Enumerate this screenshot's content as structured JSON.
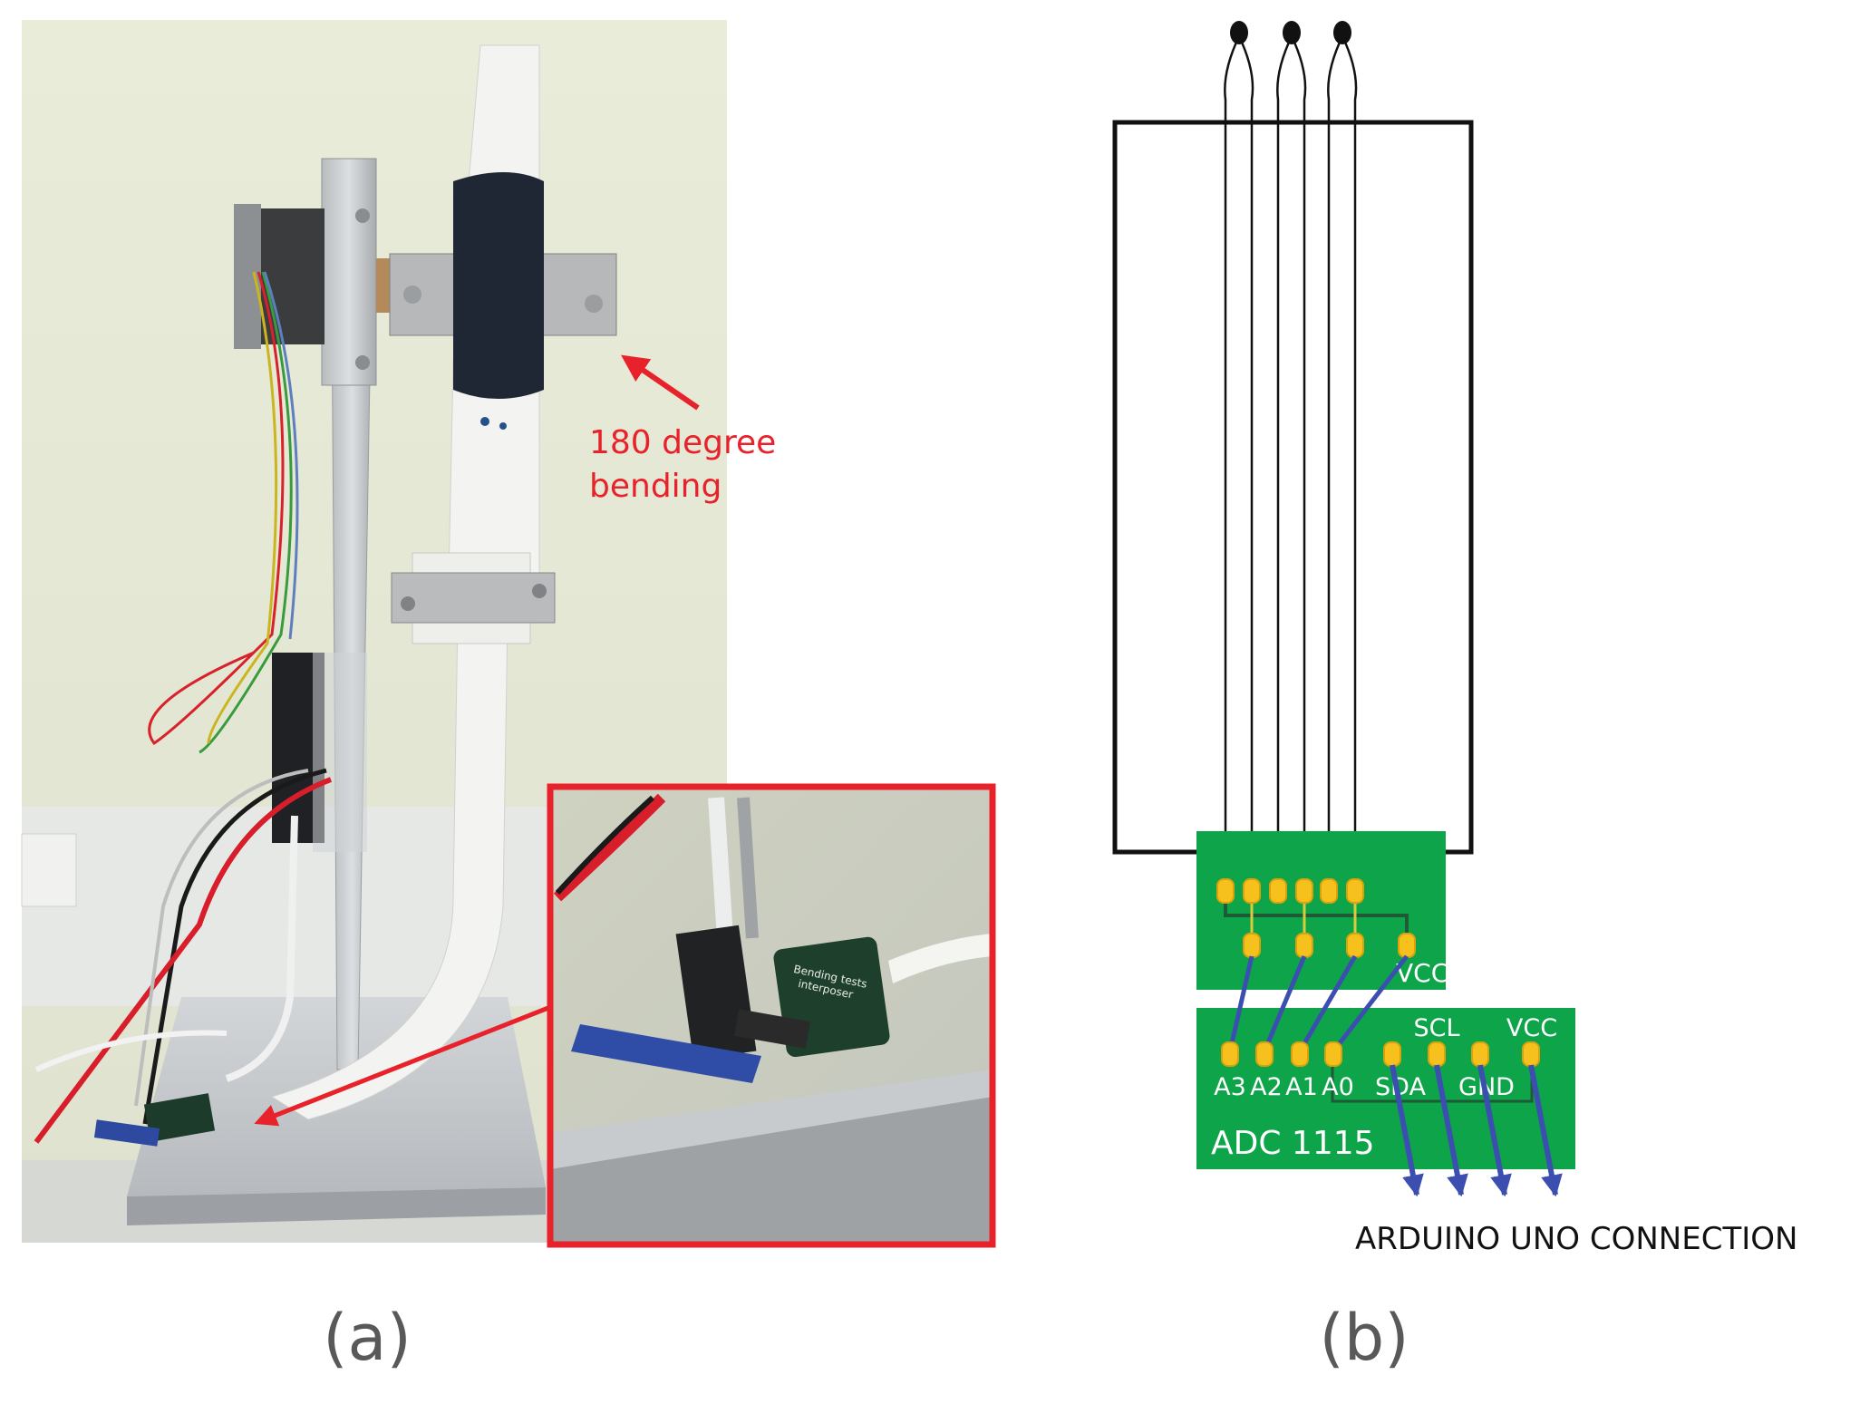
{
  "panel_a": {
    "caption": "(a)",
    "annotation": [
      "180 degree",
      "bending"
    ],
    "inset_label": [
      "Bending tests",
      "interposer"
    ]
  },
  "panel_b": {
    "caption": "(b)",
    "interposer_label": "VCC",
    "adc_pins": [
      "A3",
      "A2",
      "A1",
      "A0",
      "SDA",
      "SCL",
      "GND",
      "VCC"
    ],
    "adc_name": "ADC 1115",
    "footer": "ARDUINO UNO CONNECTION"
  },
  "colors": {
    "pcb_green": "#0da44a",
    "pad_gold": "#f6c11d",
    "wire_blue": "#3c4fb0",
    "annotation_red": "#e8222a",
    "caption_gray": "#595959"
  }
}
